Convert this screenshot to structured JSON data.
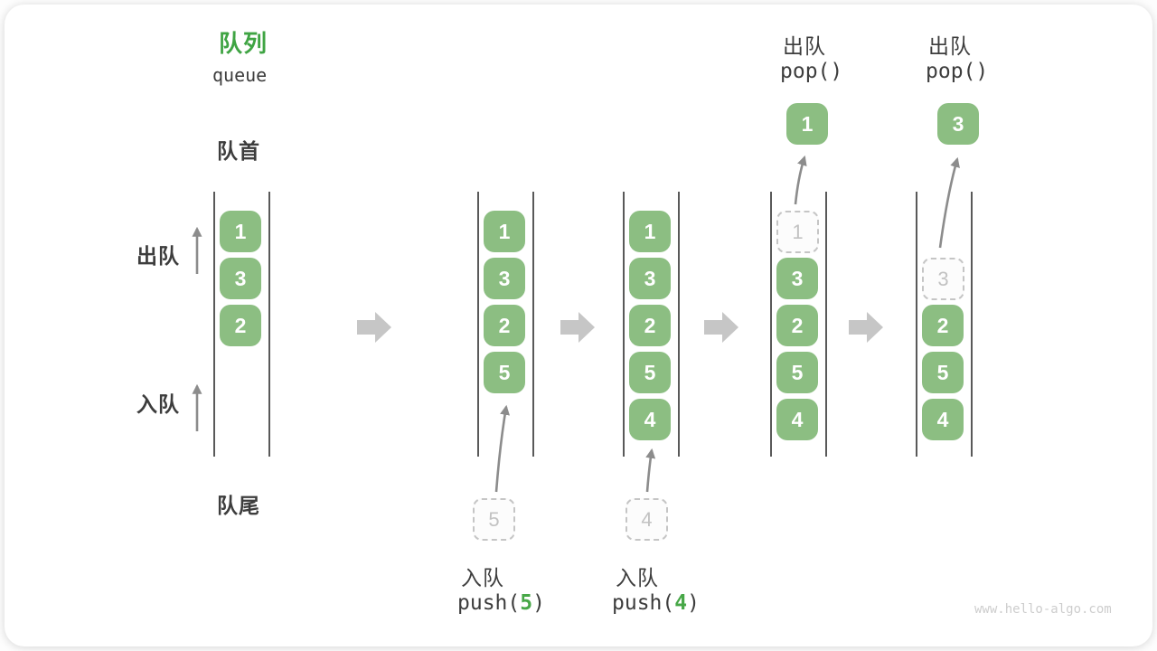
{
  "title": {
    "zh": "队列",
    "en": "queue"
  },
  "side_labels": {
    "front": "队首",
    "rear": "队尾",
    "dequeue": "出队",
    "enqueue": "入队"
  },
  "ops": {
    "push5": {
      "label": "入队",
      "code_pre": "push(",
      "arg": "5",
      "code_post": ")"
    },
    "push4": {
      "label": "入队",
      "code_pre": "push(",
      "arg": "4",
      "code_post": ")"
    },
    "pop1": {
      "label": "出队",
      "code": "pop()"
    },
    "pop2": {
      "label": "出队",
      "code": "pop()"
    }
  },
  "states": {
    "s1": {
      "boxes": {
        "r1": "1",
        "r2": "3",
        "r3": "2"
      }
    },
    "s2": {
      "boxes": {
        "r1": "1",
        "r2": "3",
        "r3": "2",
        "r4": "5"
      },
      "incoming": "5"
    },
    "s3": {
      "boxes": {
        "r1": "1",
        "r2": "3",
        "r3": "2",
        "r4": "5",
        "r5": "4"
      },
      "incoming": "4"
    },
    "s4": {
      "ghost": "1",
      "boxes": {
        "r2": "3",
        "r3": "2",
        "r4": "5",
        "r5": "4"
      },
      "popped": "1"
    },
    "s5": {
      "ghost": "3",
      "boxes": {
        "r3": "2",
        "r4": "5",
        "r5": "4"
      },
      "popped": "3"
    }
  },
  "watermark": "www.hello-algo.com",
  "colors": {
    "element_green": "#8CBE82",
    "title_green": "#3FA443",
    "code_arg_green": "#47A747",
    "thin_arrow_gray": "#8C8C8C",
    "block_arrow_gray": "#C6C6C6",
    "ghost_gray": "#C5C5C5",
    "text_dark": "#3D3D3D",
    "channel_line": "#595959",
    "watermark_gray": "#CDCDCD"
  }
}
